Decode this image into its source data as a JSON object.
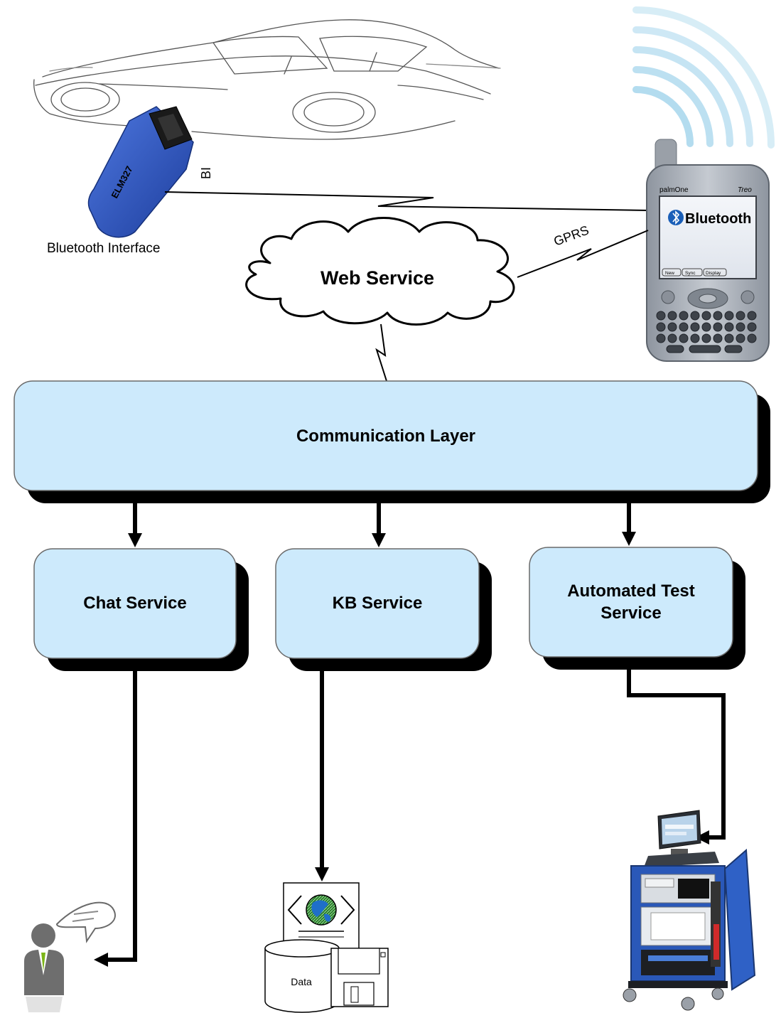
{
  "colors": {
    "box_fill": "#cdeafc",
    "box_stroke": "#6a6a6a",
    "shadow": "#000000",
    "connector": "#000000",
    "phone_body": "#a9b0b9",
    "obd_blue": "#2f58c8",
    "signal_arcs": "#9cd2ea",
    "globe": "#1f6fc9",
    "kiosk_blue": "#2a58b8"
  },
  "labels": {
    "bluetooth_interface": "Bluetooth Interface",
    "bi": "BI",
    "gprs": "GPRS",
    "web_service": "Web Service",
    "communication_layer": "Communication Layer",
    "chat_service": "Chat Service",
    "kb_service": "KB Service",
    "automated_test_line1": "Automated Test",
    "automated_test_line2": "Service",
    "data": "Data",
    "phone_bluetooth": "Bluetooth",
    "phone_brand": "palmOne",
    "phone_model": "Treo",
    "phone_soft_keys": [
      "New",
      "Sync",
      "Display"
    ],
    "obd_text": "ELM327"
  },
  "icons": {
    "car": "car-sketch-icon",
    "obd": "obd-bluetooth-dongle-icon",
    "phone": "smartphone-icon",
    "signal": "wireless-signal-icon",
    "cloud": "cloud-icon",
    "agent": "support-agent-icon",
    "database": "database-icon",
    "floppy": "floppy-disk-icon",
    "web_document": "web-document-globe-icon",
    "test_station": "diagnostic-test-station-icon"
  }
}
